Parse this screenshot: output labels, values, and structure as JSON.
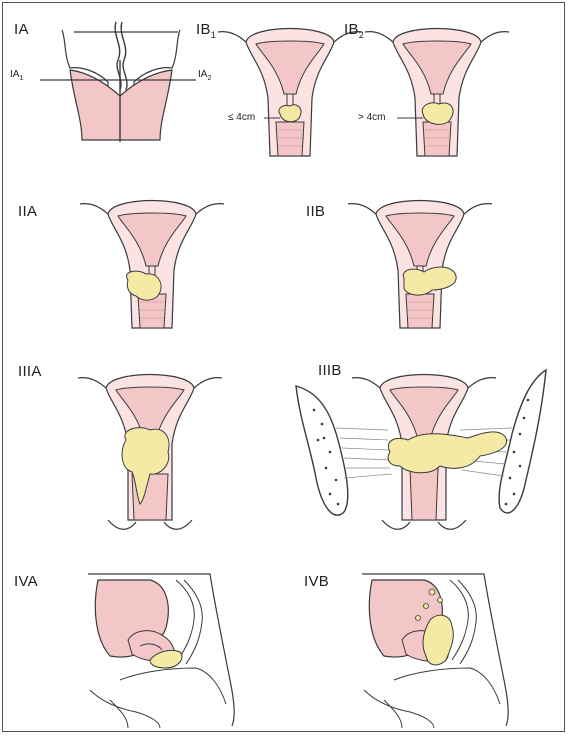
{
  "colors": {
    "outline": "#3a3a3a",
    "tissue_pink": "#f3c7c8",
    "tissue_light": "#fbe3e3",
    "tumor_yellow": "#f4eaa6",
    "bone_white": "#ffffff"
  },
  "stages": {
    "ia": "IA",
    "ia1_base": "IA",
    "ia1_sub": "1",
    "ia2_base": "IA",
    "ia2_sub": "2",
    "ib1_base": "IB",
    "ib1_sub": "1",
    "ib2_base": "IB",
    "ib2_sub": "2",
    "iia": "IIA",
    "iib": "IIB",
    "iiia": "IIIA",
    "iiib": "IIIB",
    "iva": "IVA",
    "ivb": "IVB"
  },
  "sizes": {
    "ib1": "≤ 4cm",
    "ib2": "> 4cm"
  }
}
